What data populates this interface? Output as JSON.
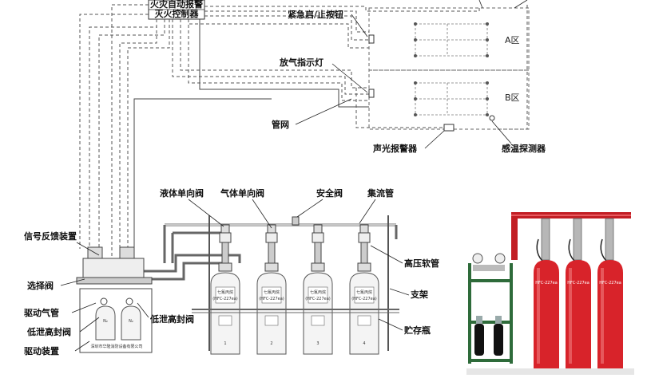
{
  "controller": {
    "line1": "火灾自动报警",
    "line2": "灭火控制器"
  },
  "labels": {
    "emergency_button": "紧急启/止按钮",
    "discharge_lamp": "放气指示灯",
    "pipe_network": "管网",
    "sound_light_alarm": "声光报警器",
    "temp_detector": "感温探测器",
    "liquid_check_valve": "液体单向阀",
    "gas_check_valve": "气体单向阀",
    "safety_valve": "安全阀",
    "manifold": "集流管",
    "signal_feedback": "信号反馈装置",
    "hp_hose": "高压软管",
    "selector_valve": "选择阀",
    "support": "支架",
    "drive_pipe": "驱动气管",
    "low_leak_valve_left": "低泄高封阀",
    "low_leak_valve_right": "低泄高封阀",
    "storage_bottle": "贮存瓶",
    "drive_device": "驱动装置"
  },
  "zones": {
    "a": "A区",
    "b": "B区"
  },
  "cylinders": {
    "plate_title": "七氟丙烷",
    "plate_model": "(HFC-227ea)",
    "numbers": [
      "1",
      "2",
      "3",
      "4"
    ]
  },
  "drive_bottles": {
    "tag": "N₂",
    "base_text": "深圳市华隆消防设备有限公司"
  },
  "photo": {
    "tags": [
      "HFC-227ea",
      "HFC-227ea",
      "HFC-227ea"
    ]
  },
  "colors": {
    "cylinder_red": "#d8232a",
    "frame_green": "#2e6b3a",
    "line": "#444444"
  }
}
